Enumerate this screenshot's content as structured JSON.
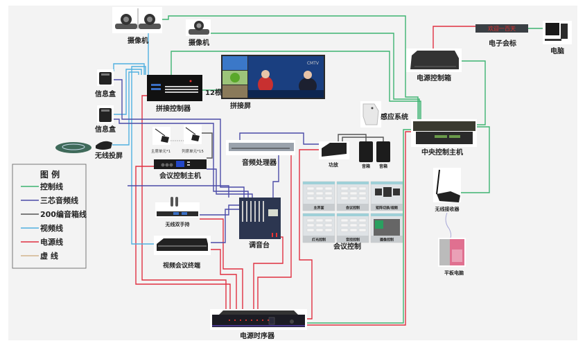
{
  "colors": {
    "control": "#3cb371",
    "audio3": "#4b4ba8",
    "speaker": "#555555",
    "video": "#4fb0e0",
    "power": "#e03040",
    "dashed": "#d2b48c",
    "canvas_bg": "#f3f3f3"
  },
  "legend": {
    "title": "图  例",
    "items": [
      {
        "key": "control",
        "label": "控制线"
      },
      {
        "key": "audio3",
        "label": "三芯音频线"
      },
      {
        "key": "speaker",
        "label": "200编音箱线"
      },
      {
        "key": "video",
        "label": "视频线"
      },
      {
        "key": "power",
        "label": "电源线"
      },
      {
        "key": "dashed",
        "label": "虚  线"
      }
    ]
  },
  "devices": {
    "camera1": {
      "label": "摄像机"
    },
    "camera2": {
      "label": "摄像机"
    },
    "info_box1": {
      "label": "信息盒"
    },
    "info_box2": {
      "label": "信息盒"
    },
    "wireless_projection": {
      "label": "无线投屏"
    },
    "splice_controller": {
      "label": "拼接控制器"
    },
    "splice_screen": {
      "label": "拼接屏",
      "screen_logo": "CMTV",
      "cable_count_label": "12根"
    },
    "chairman_unit": {
      "label": "主席单元*1"
    },
    "delegate_unit": {
      "label": "列席单元*15"
    },
    "conference_host": {
      "label": "会议控制主机"
    },
    "audio_processor": {
      "label": "音频处理器"
    },
    "amplifier": {
      "label": "功放"
    },
    "speaker1": {
      "label": "音箱"
    },
    "speaker2": {
      "label": "音箱"
    },
    "wireless_mic": {
      "label": "无线双手持"
    },
    "mixer": {
      "label": "调音台"
    },
    "video_conf_terminal": {
      "label": "视频会议终端"
    },
    "conference_control": {
      "label": "会议控制",
      "panels": [
        "主界面",
        "会议控制",
        "矩阵切换/视频",
        "灯光控制",
        "音控控制",
        "摄像控制"
      ]
    },
    "sensor_system": {
      "label": "感应系统"
    },
    "central_control_host": {
      "label": "中央控制主机"
    },
    "power_control_box": {
      "label": "电源控制箱"
    },
    "electronic_sign": {
      "label": "电子会标",
      "display_text": "欢迎一百天"
    },
    "computer": {
      "label": "电脑"
    },
    "wireless_receiver": {
      "label": "无线接收器"
    },
    "tablet": {
      "label": "平板电脑"
    },
    "power_sequencer": {
      "label": "电源时序器"
    }
  },
  "connections": [
    {
      "type": "control",
      "from": "camera1",
      "to": "central_control_host"
    },
    {
      "type": "control",
      "from": "camera2",
      "to": "central_control_host"
    },
    {
      "type": "control",
      "from": "splice_controller",
      "to": "central_control_host"
    },
    {
      "type": "control",
      "from": "splice_controller",
      "to": "splice_screen"
    },
    {
      "type": "control",
      "from": "power_control_box",
      "to": "central_control_host"
    },
    {
      "type": "control",
      "from": "computer",
      "to": "electronic_sign"
    },
    {
      "type": "control",
      "from": "central_control_host",
      "to": "wireless_receiver"
    },
    {
      "type": "control",
      "from": "central_control_host",
      "to": "power_sequencer"
    },
    {
      "type": "power",
      "from": "power_control_box",
      "to": "electronic_sign"
    },
    {
      "type": "power",
      "from": "power_sequencer",
      "to": "central_control_host"
    },
    {
      "type": "power",
      "from": "power_sequencer",
      "to": "amplifier"
    },
    {
      "type": "power",
      "from": "power_sequencer",
      "to": "audio_processor"
    },
    {
      "type": "power",
      "from": "power_sequencer",
      "to": "mixer"
    },
    {
      "type": "power",
      "from": "power_sequencer",
      "to": "wireless_mic"
    },
    {
      "type": "power",
      "from": "power_sequencer",
      "to": "video_conf_terminal"
    },
    {
      "type": "power",
      "from": "power_sequencer",
      "to": "conference_host"
    },
    {
      "type": "power",
      "from": "power_sequencer",
      "to": "splice_controller"
    },
    {
      "type": "video",
      "from": "camera1",
      "to": "splice_controller"
    },
    {
      "type": "video",
      "from": "info_box1",
      "to": "splice_controller"
    },
    {
      "type": "video",
      "from": "info_box2",
      "to": "splice_controller"
    },
    {
      "type": "video",
      "from": "wireless_projection",
      "to": "splice_controller"
    },
    {
      "type": "video",
      "from": "video_conf_terminal",
      "to": "splice_controller"
    },
    {
      "type": "audio3",
      "from": "info_box1",
      "to": "mixer"
    },
    {
      "type": "audio3",
      "from": "info_box2",
      "to": "mixer"
    },
    {
      "type": "audio3",
      "from": "conference_host",
      "to": "mixer"
    },
    {
      "type": "audio3",
      "from": "wireless_mic",
      "to": "mixer"
    },
    {
      "type": "audio3",
      "from": "video_conf_terminal",
      "to": "mixer"
    },
    {
      "type": "audio3",
      "from": "audio_processor",
      "to": "mixer"
    },
    {
      "type": "audio3",
      "from": "audio_processor",
      "to": "amplifier"
    },
    {
      "type": "speaker",
      "from": "amplifier",
      "to": "speaker1"
    },
    {
      "type": "speaker",
      "from": "amplifier",
      "to": "speaker2"
    },
    {
      "type": "speaker",
      "from": "delegate_unit",
      "to": "conference_host"
    },
    {
      "type": "dashed",
      "from": "wireless_receiver",
      "to": "tablet"
    }
  ]
}
